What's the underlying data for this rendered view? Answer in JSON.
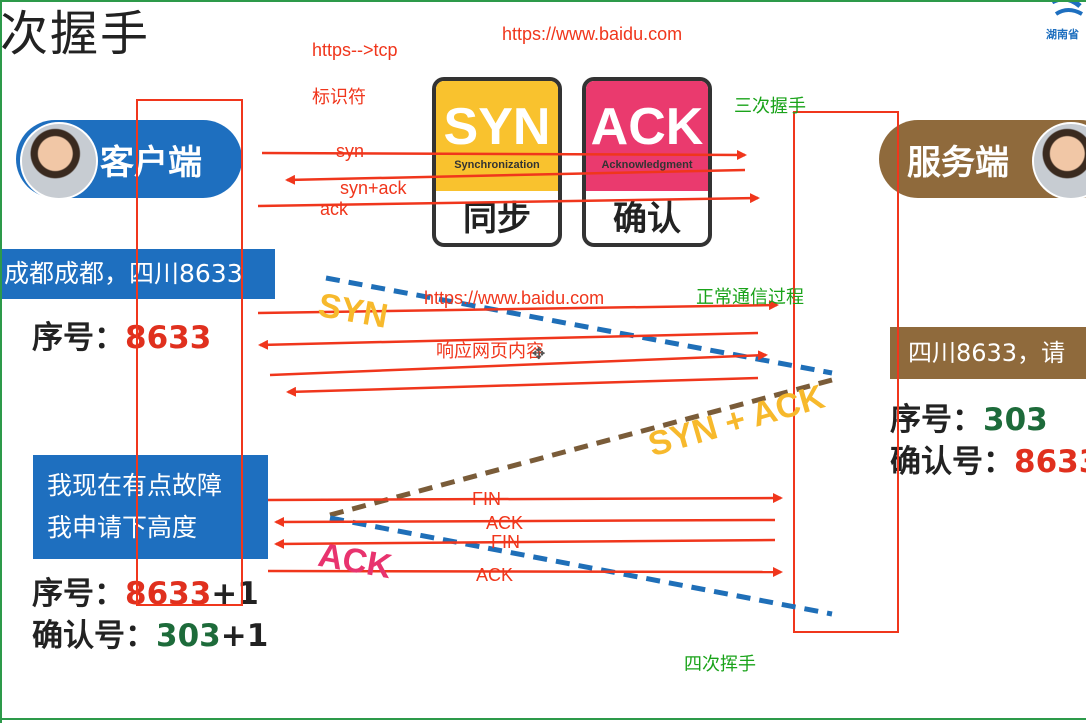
{
  "title": "次握手",
  "notes": {
    "https_tcp": "https-->tcp",
    "identifier": "标识符",
    "baidu_top": "https://www.baidu.com",
    "three_way": "三次握手",
    "syn": "syn",
    "syn_ack": "syn+ack",
    "ack": "ack",
    "baidu_mid": "https://www.baidu.com",
    "normal_comm": "正常通信过程",
    "response": "响应网页内容",
    "fin1": "FIN",
    "ack2": "ACK",
    "fin2": "FIN",
    "ack3": "ACK",
    "four_way": "四次挥手"
  },
  "client": {
    "label": "客户端"
  },
  "server": {
    "label": "服务端"
  },
  "cards": [
    {
      "word": "SYN",
      "sub": "Synchronization",
      "cn": "同步",
      "color": "#f9c22e"
    },
    {
      "word": "ACK",
      "sub": "Acknowledgment",
      "cn": "确认",
      "color": "#ea3a6e"
    }
  ],
  "client_bar": "成都成都，四川8633",
  "client_seq_label": "序号：",
  "client_seq_value": "8633",
  "server_bar": "四川8633，请",
  "server_seq_label": "序号：",
  "server_seq_value": "303",
  "server_ack_label": "确认号：",
  "server_ack_value": "8633",
  "fault_line1": "我现在有点故障",
  "fault_line2": "我申请下高度",
  "client_seq2_label": "序号：",
  "client_seq2_value": "8633",
  "client_seq2_suffix": "+1",
  "client_ack2_label": "确认号：",
  "client_ack2_value": "303",
  "client_ack2_suffix": "+1",
  "diagram_words": {
    "syn": "SYN",
    "syn_ack": "SYN + ACK",
    "ack": "ACK"
  },
  "logo_text": "湖南省",
  "colors": {
    "arrow": "#f0361c",
    "box": "#f0361c",
    "blue": "#1e6fbf",
    "brown": "#8f6a3c",
    "green_note": "#1aa31a",
    "dash_blue": "#1f6fb8",
    "dash_brown": "#7a5c39"
  }
}
